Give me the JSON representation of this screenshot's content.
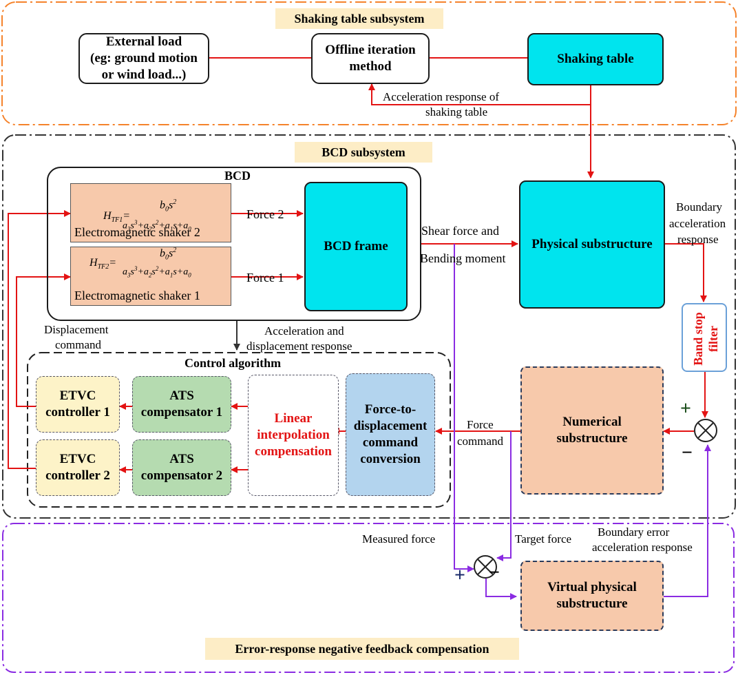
{
  "subsystems": {
    "shaking_table": "Shaking table subsystem",
    "bcd": "BCD subsystem",
    "error_feedback": "Error-response negative feedback compensation"
  },
  "blocks": {
    "external_load": [
      "External load",
      "(eg: ground motion",
      "or wind load...)"
    ],
    "offline_iteration": [
      "Offline iteration",
      "method"
    ],
    "shaking_table": "Shaking table",
    "bcd": "BCD",
    "bcd_frame": "BCD frame",
    "physical_substructure": "Physical substructure",
    "band_stop_filter": [
      "Band stop",
      "filter"
    ],
    "control_algorithm": "Control algorithm",
    "etvc1": [
      "ETVC",
      "controller 1"
    ],
    "etvc2": [
      "ETVC",
      "controller 2"
    ],
    "ats1": [
      "ATS",
      "compensator 1"
    ],
    "ats2": [
      "ATS",
      "compensator 2"
    ],
    "linear_interp": [
      "Linear",
      "interpolation",
      "compensation"
    ],
    "force_to_disp": [
      "Force-to-",
      "displacement",
      "command",
      "conversion"
    ],
    "numerical_substructure": [
      "Numerical",
      "substructure"
    ],
    "virtual_physical": [
      "Virtual physical",
      "substructure"
    ],
    "shaker2": "Electromagnetic shaker 2",
    "shaker1": "Electromagnetic shaker 1",
    "tf2_name": "TF1",
    "tf1_name": "TF2"
  },
  "signals": {
    "accel_response_table": [
      "Acceleration response of",
      "shaking table"
    ],
    "force2": "Force 2",
    "force1": "Force 1",
    "shear_force": "Shear force  and",
    "bending_moment": "Bending moment",
    "boundary_accel": [
      "Boundary",
      "acceleration",
      "response"
    ],
    "displacement_command": [
      "Displacement",
      "command"
    ],
    "accel_disp_response": [
      "Acceleration and",
      "displacement response"
    ],
    "force_command": [
      "Force",
      "command"
    ],
    "measured_force": "Measured force",
    "target_force": "Target force",
    "boundary_error": [
      "Boundary error",
      "acceleration response"
    ]
  },
  "signs": {
    "plus": "+",
    "minus": "−"
  },
  "colors": {
    "red": "#e31313",
    "purple": "#8a2be2",
    "orange_border": "#f5822a",
    "cyan": "#00e4ee"
  }
}
